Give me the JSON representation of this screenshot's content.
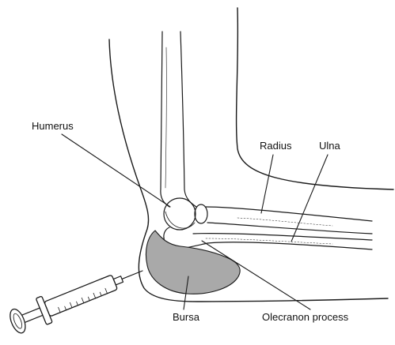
{
  "labels": {
    "humerus": "Humerus",
    "radius": "Radius",
    "ulna": "Ulna",
    "bursa": "Bursa",
    "olecranon": "Olecranon process"
  },
  "colors": {
    "line": "#1a1a1a",
    "bursa_fill": "#a9a9a9",
    "background": "#ffffff"
  }
}
